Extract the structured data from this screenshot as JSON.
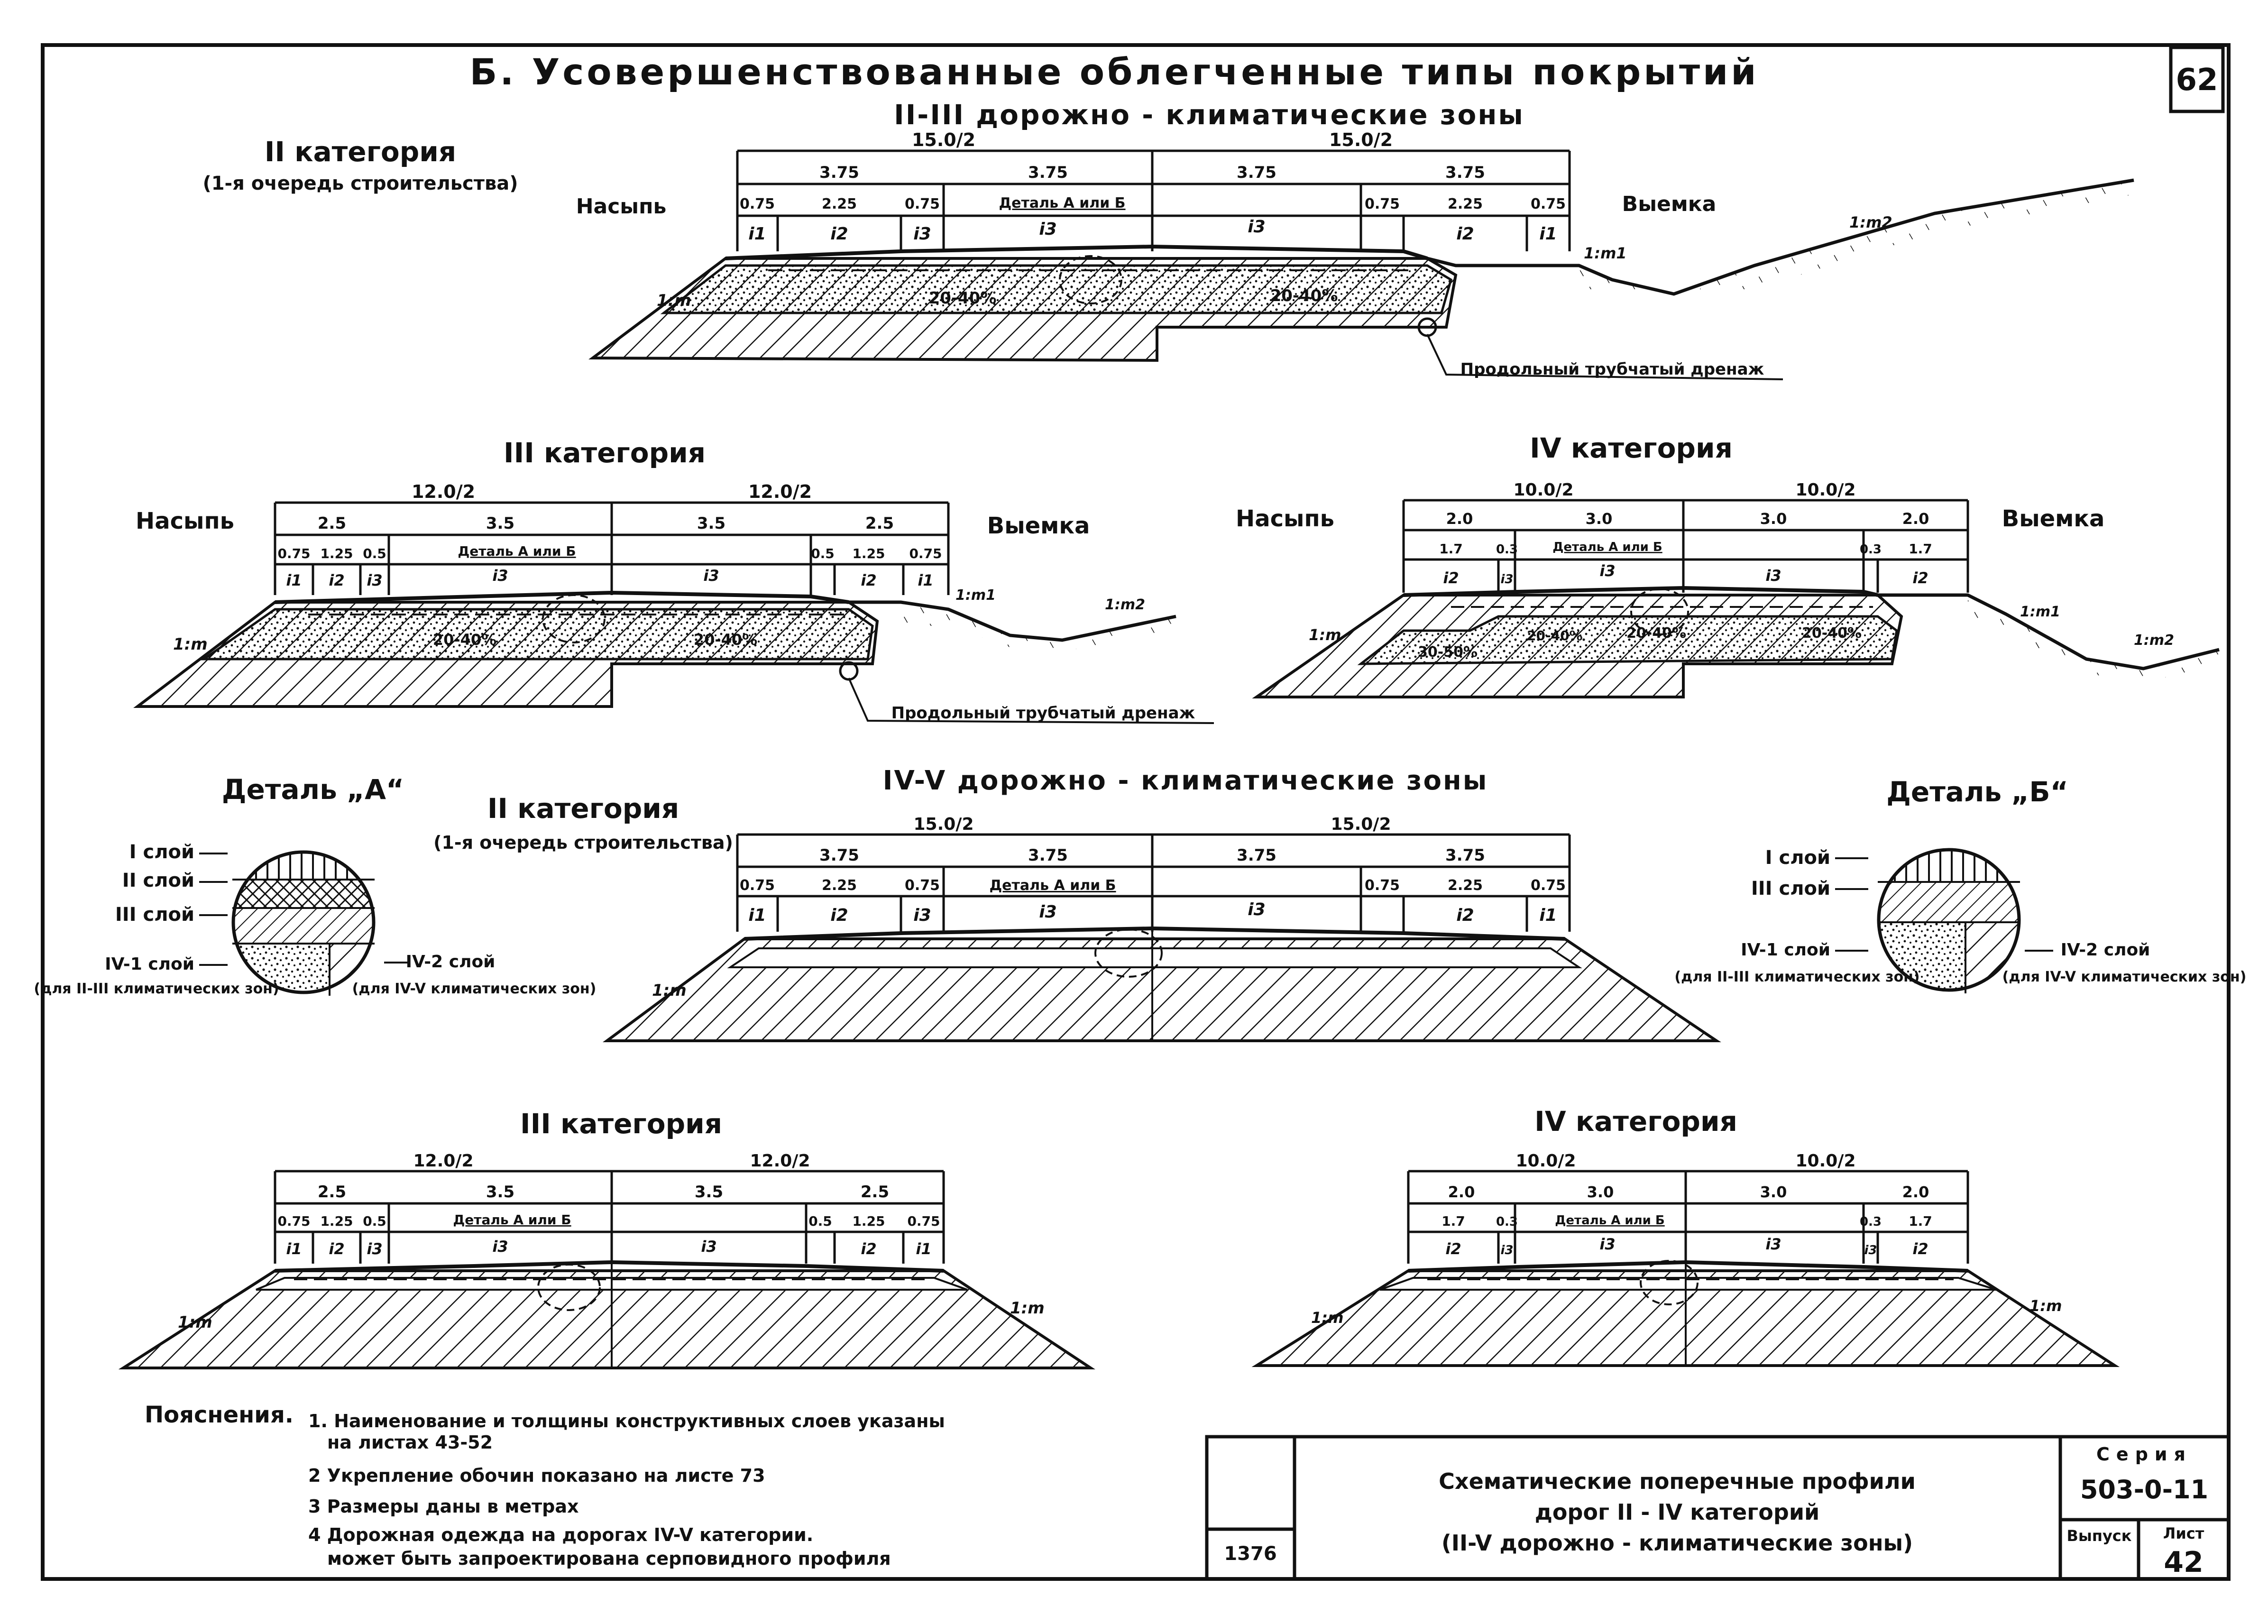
{
  "sheet": {
    "page_number": "62",
    "title": "Б. Усовершенствованные облегченные типы покрытий",
    "zone_header_top": "II-III дорожно - климатические зоны",
    "zone_header_mid": "IV-V дорожно - климатические зоны"
  },
  "profiles": {
    "cat2_top": {
      "heading": "II категория",
      "subheading": "(1-я очередь строительства)",
      "left_label": "Насыпь",
      "right_label": "Выемка",
      "half_widths": [
        "15.0/2",
        "15.0/2"
      ],
      "seg_top": [
        "3.75",
        "3.75",
        "3.75",
        "3.75"
      ],
      "seg_sub": [
        "0.75",
        "2.25",
        "0.75",
        "0.75",
        "2.25",
        "0.75"
      ],
      "slopes": [
        "i1",
        "i2",
        "i3",
        "i3",
        "i3",
        "i2",
        "i1"
      ],
      "detail_ref": "Деталь А или Б",
      "percent_labels": [
        "20-40%",
        "20-40%"
      ],
      "slope_labels": [
        "1:m",
        "1:m1",
        "1:m2"
      ],
      "drain_label": "Продольный трубчатый дренаж"
    },
    "cat3_top": {
      "heading": "III категория",
      "left_label": "Насыпь",
      "right_label": "Выемка",
      "half_widths": [
        "12.0/2",
        "12.0/2"
      ],
      "seg_top": [
        "2.5",
        "3.5",
        "3.5",
        "2.5"
      ],
      "seg_sub": [
        "0.75",
        "1.25",
        "0.5",
        "0.5",
        "1.25",
        "0.75"
      ],
      "slopes": [
        "i1",
        "i2",
        "i3",
        "i3",
        "i3",
        "i2",
        "i1"
      ],
      "detail_ref": "Деталь А или Б",
      "percent_labels": [
        "20-40%",
        "20-40%"
      ],
      "slope_labels": [
        "1:m",
        "1:m1",
        "1:m2"
      ],
      "drain_label": "Продольный трубчатый дренаж"
    },
    "cat4_top": {
      "heading": "IV категория",
      "left_label": "Насыпь",
      "right_label": "Выемка",
      "half_widths": [
        "10.0/2",
        "10.0/2"
      ],
      "seg_top": [
        "2.0",
        "3.0",
        "3.0",
        "2.0"
      ],
      "seg_sub": [
        "1.7",
        "0.3",
        "0.3",
        "1.7"
      ],
      "slopes": [
        "i2",
        "i3",
        "i3",
        "i3",
        "i2"
      ],
      "detail_ref": "Деталь А или Б",
      "percent_labels": [
        "30-50%",
        "20-40%",
        "20-40%",
        "20-40%"
      ],
      "slope_labels": [
        "1:m",
        "1:m1",
        "1:m2"
      ]
    },
    "cat2_mid": {
      "heading": "II категория",
      "subheading": "(1-я очередь строительства)",
      "half_widths": [
        "15.0/2",
        "15.0/2"
      ],
      "seg_top": [
        "3.75",
        "3.75",
        "3.75",
        "3.75"
      ],
      "seg_sub": [
        "0.75",
        "2.25",
        "0.75",
        "0.75",
        "2.25",
        "0.75"
      ],
      "slopes": [
        "i1",
        "i2",
        "i3",
        "i3",
        "i3",
        "i2",
        "i1"
      ],
      "detail_ref": "Деталь А или Б",
      "slope_labels": [
        "1:m"
      ]
    },
    "cat3_bot": {
      "heading": "III категория",
      "half_widths": [
        "12.0/2",
        "12.0/2"
      ],
      "seg_top": [
        "2.5",
        "3.5",
        "3.5",
        "2.5"
      ],
      "seg_sub": [
        "0.75",
        "1.25",
        "0.5",
        "0.5",
        "1.25",
        "0.75"
      ],
      "slopes": [
        "i1",
        "i2",
        "i3",
        "i3",
        "i3",
        "i2",
        "i1"
      ],
      "detail_ref": "Деталь А или Б",
      "slope_labels": [
        "1:m",
        "1:m"
      ]
    },
    "cat4_bot": {
      "heading": "IV категория",
      "half_widths": [
        "10.0/2",
        "10.0/2"
      ],
      "seg_top": [
        "2.0",
        "3.0",
        "3.0",
        "2.0"
      ],
      "seg_sub": [
        "1.7",
        "0.3",
        "0.3",
        "1.7"
      ],
      "slopes": [
        "i2",
        "i3",
        "i3",
        "i3",
        "i3",
        "i2"
      ],
      "detail_ref": "Деталь А или Б",
      "slope_labels": [
        "1:m",
        "1:m"
      ]
    }
  },
  "detail_a": {
    "title": "Деталь „А“",
    "layers": [
      "I слой",
      "II слой",
      "III слой",
      "IV-1 слой"
    ],
    "layer_note": "(для II-III климатических зон)",
    "right_layer": "IV-2 слой",
    "right_note": "(для IV-V климатических зон)"
  },
  "detail_b": {
    "title": "Деталь „Б“",
    "layers": [
      "I слой",
      "III слой",
      "IV-1 слой"
    ],
    "layer_note": "(для II-III климатических зон)",
    "right_layer": "IV-2 слой",
    "right_note": "(для IV-V климатических зон)"
  },
  "notes": {
    "heading": "Пояснения.",
    "items": [
      "1. Наименование и толщины конструктивных слоев указаны",
      "на листах 43-52",
      "2 Укрепление обочин показано на листе 73",
      "3 Размеры даны в метрах",
      "4 Дорожная одежда на дорогах IV-V категории.",
      "может быть запроектирована серповидного профиля"
    ]
  },
  "title_block": {
    "code": "1376",
    "title_lines": [
      "Схематические поперечные профили",
      "дорог II - IV категорий",
      "(II-V дорожно - климатические зоны)"
    ],
    "series_label": "Серия",
    "series_value": "503-0-11",
    "issue_label": "Выпуск",
    "sheet_label": "Лист",
    "sheet_value": "42"
  }
}
